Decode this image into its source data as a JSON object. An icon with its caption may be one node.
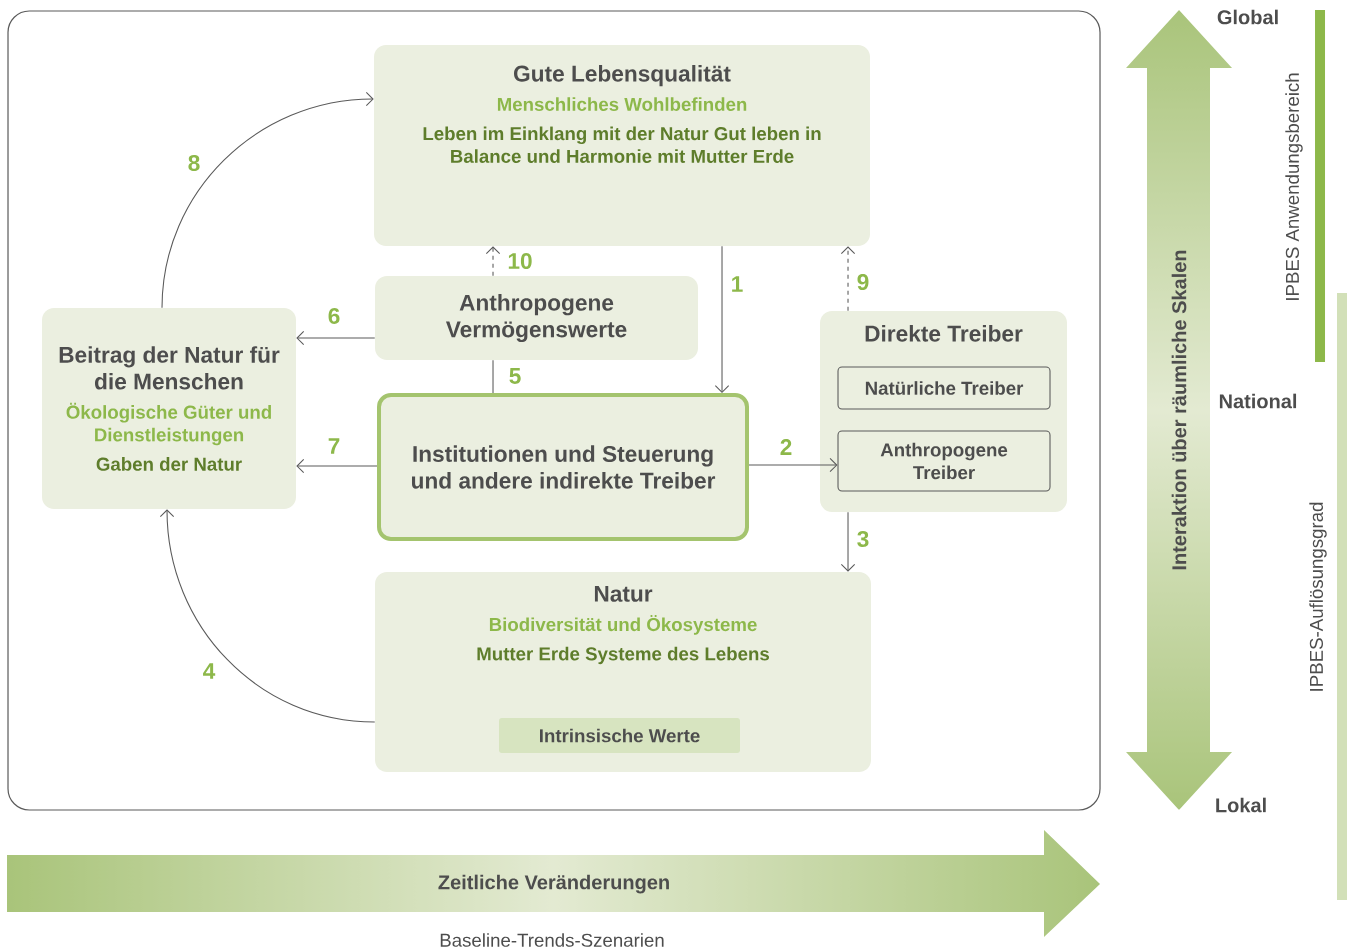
{
  "diagram": {
    "nodes": [
      {
        "text": [
          "Gute Lebensqualität",
          "Menschliches Wohlbefinden",
          "Leben im Einklang mit der Natur Gut leben in Balance und Harmonie mit Mutter Erde"
        ]
      },
      {
        "text": [
          "Anthropogene Vermögenswerte"
        ]
      },
      {
        "text": [
          "Beitrag der Natur für die Menschen",
          "Ökologische Güter und Dienstleistungen",
          "Gaben der Natur"
        ]
      },
      {
        "text": [
          "Direkte Treiber"
        ]
      },
      {
        "text": [
          "Natürliche Treiber"
        ],
        "in": 3
      },
      {
        "text": [
          "Anthropogene Treiber"
        ],
        "in": 3
      },
      {
        "text": [
          "Institutionen und Steuerung und andere indirekte Treiber"
        ]
      },
      {
        "text": [
          "Natur",
          "Biodiversität und Ökosysteme",
          "Mutter Erde Systeme des Lebens"
        ]
      },
      {
        "text": [
          "Intrinsische Werte"
        ],
        "in": 7
      },
      {
        "text": [
          "Interaktion über räumliche Skalen"
        ]
      },
      {
        "text": [
          "Zeitliche Veränderungen"
        ],
        "beside": [
          "Baseline-Trends-Szenarien"
        ]
      }
    ],
    "edges": [
      {
        "from": 0,
        "to": 6,
        "arrow": "to",
        "label": "1"
      },
      {
        "from": 6,
        "to": 5,
        "arrow": "to",
        "label": "2"
      },
      {
        "from": 3,
        "to": 7,
        "arrow": "to",
        "label": "3"
      },
      {
        "from": 7,
        "to": 2,
        "arrow": "to",
        "label": "4"
      },
      {
        "from": 1,
        "to": 6,
        "arrow": "none",
        "label": "5"
      },
      {
        "from": 1,
        "to": 2,
        "arrow": "to",
        "label": "6"
      },
      {
        "from": 6,
        "to": 2,
        "arrow": "to",
        "label": "7"
      },
      {
        "from": 2,
        "to": 0,
        "arrow": "to",
        "label": "8"
      },
      {
        "from": 3,
        "to": 0,
        "arrow": "to",
        "label": "9",
        "style": "dashed"
      },
      {
        "from": 1,
        "to": 0,
        "arrow": "to",
        "label": "10",
        "style": "dashed"
      }
    ],
    "labels": [
      "Global",
      "IPBES Anwendungsbereich",
      "National",
      "IPBES-Auflösungsgrad",
      "Lokal"
    ]
  }
}
